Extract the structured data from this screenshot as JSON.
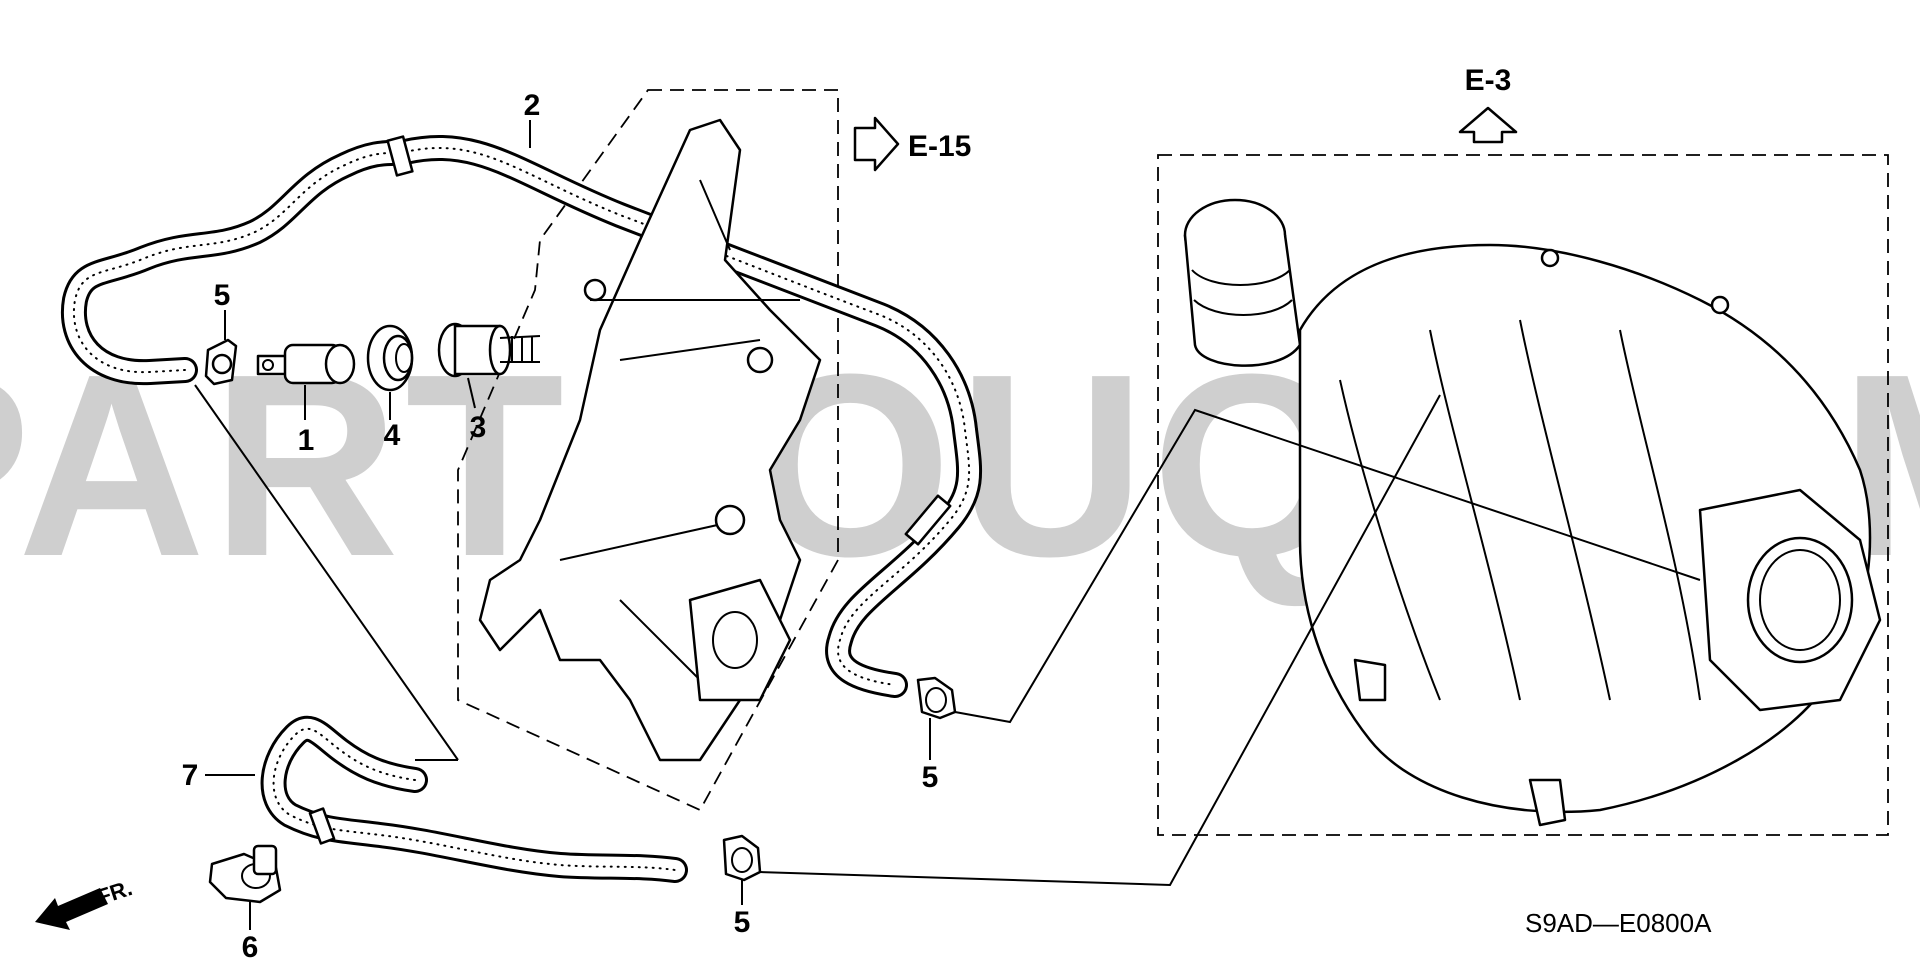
{
  "watermark": "PARTSOUQ.COM",
  "diagram_code": "S9AD—E0800A",
  "direction_label": "FR.",
  "references": {
    "e3": "E-3",
    "e15": "E-15"
  },
  "callouts": {
    "c1": "1",
    "c2": "2",
    "c3": "3",
    "c4": "4",
    "c5a": "5",
    "c5b": "5",
    "c5c": "5",
    "c6": "6",
    "c7": "7"
  }
}
